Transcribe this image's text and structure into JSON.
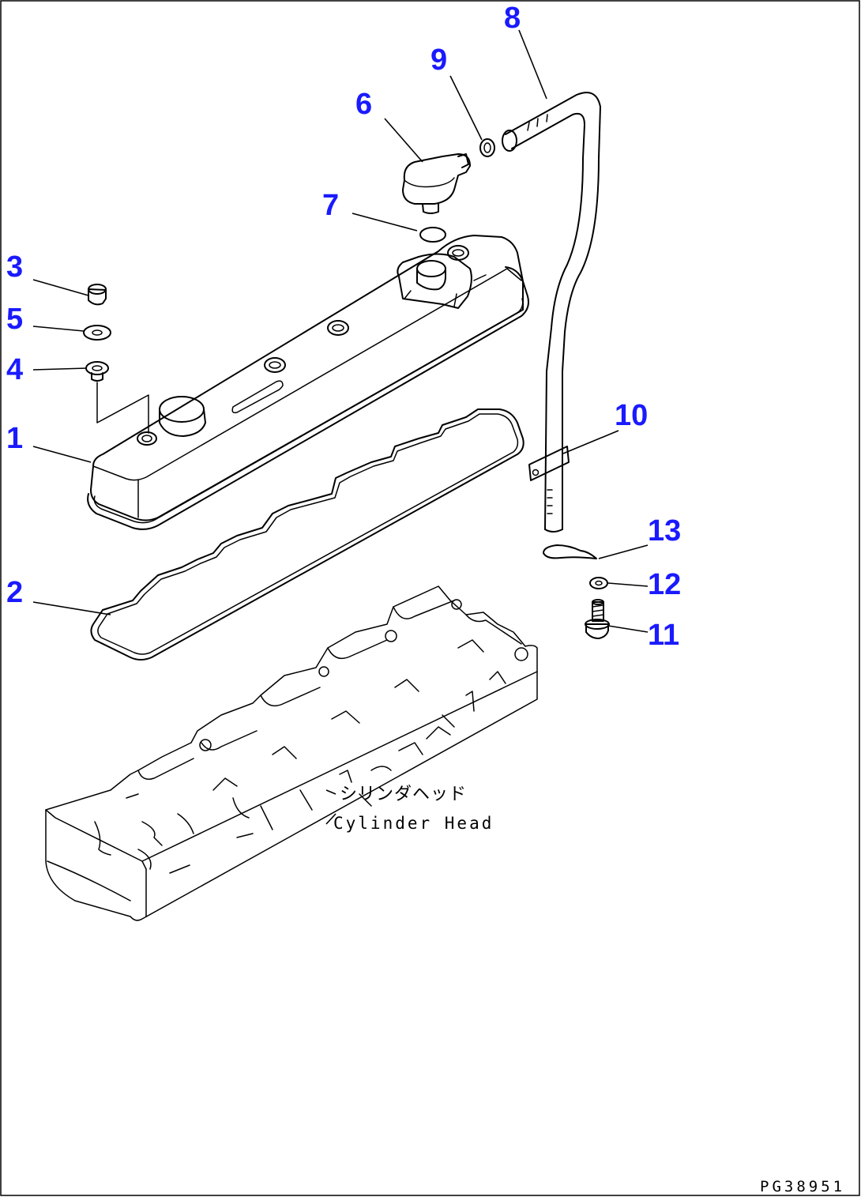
{
  "callouts": [
    {
      "id": "1",
      "label": "1"
    },
    {
      "id": "2",
      "label": "2"
    },
    {
      "id": "3",
      "label": "3"
    },
    {
      "id": "4",
      "label": "4"
    },
    {
      "id": "5",
      "label": "5"
    },
    {
      "id": "6",
      "label": "6"
    },
    {
      "id": "7",
      "label": "7"
    },
    {
      "id": "8",
      "label": "8"
    },
    {
      "id": "9",
      "label": "9"
    },
    {
      "id": "10",
      "label": "10"
    },
    {
      "id": "11",
      "label": "11"
    },
    {
      "id": "12",
      "label": "12"
    },
    {
      "id": "13",
      "label": "13"
    }
  ],
  "annotation": {
    "japanese": "シリンダヘッド",
    "english": "Cylinder Head"
  },
  "drawing_code": "PG38951",
  "colors": {
    "callout": "#1a1aff",
    "line": "#000000",
    "background": "#ffffff"
  }
}
